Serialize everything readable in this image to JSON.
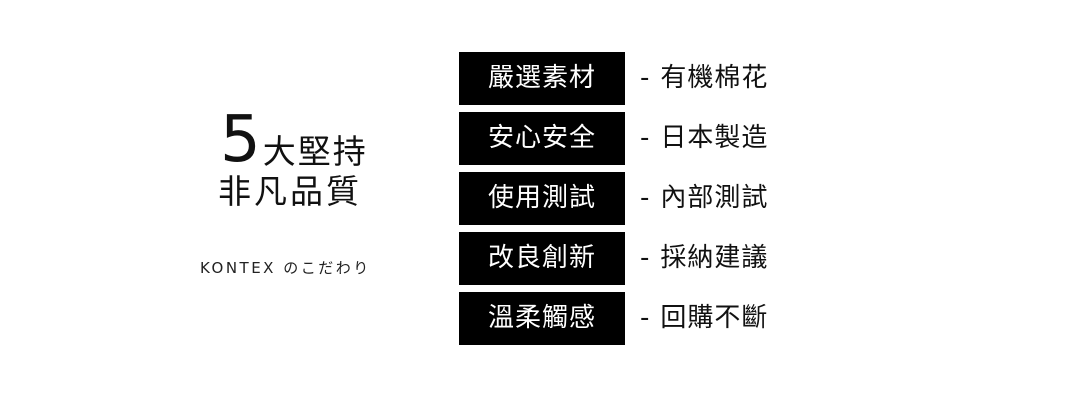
{
  "hero": {
    "number": "5",
    "title_line1": "大堅持",
    "title_line2": "非凡品質",
    "subtitle": "KONTEX のこだわり"
  },
  "features": [
    {
      "label": "嚴選素材",
      "dash": "-",
      "description": "有機棉花"
    },
    {
      "label": "安心安全",
      "dash": "-",
      "description": "日本製造"
    },
    {
      "label": "使用測試",
      "dash": "-",
      "description": "內部測試"
    },
    {
      "label": "改良創新",
      "dash": "-",
      "description": "採納建議"
    },
    {
      "label": "溫柔觸感",
      "dash": "-",
      "description": "回購不斷"
    }
  ],
  "colors": {
    "background": "#ffffff",
    "label_box": "#000000",
    "label_text": "#ffffff",
    "text": "#111111"
  }
}
